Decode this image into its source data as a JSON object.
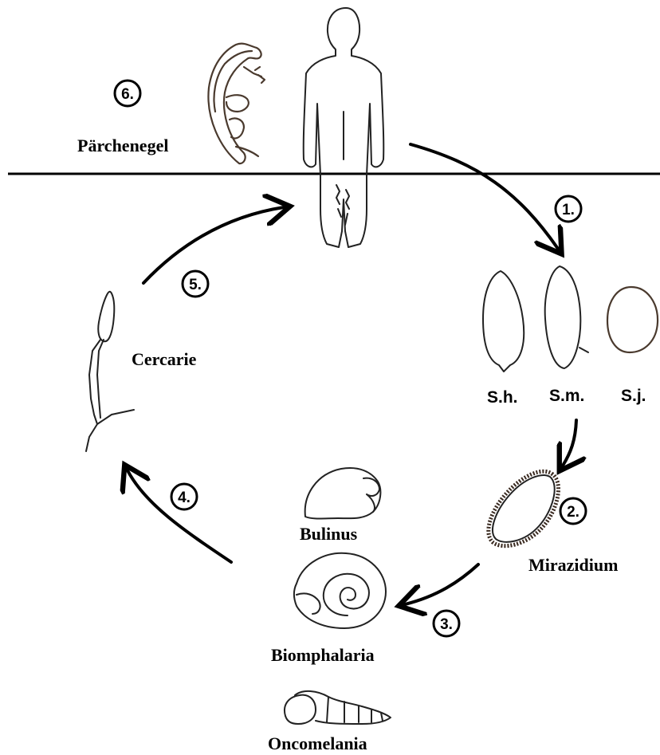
{
  "labels": {
    "paired_fluke": "Pärchenegel",
    "cercaria": "Cercarie",
    "egg_sh": "S.h.",
    "egg_sm": "S.m.",
    "egg_sj": "S.j.",
    "miracidium": "Mirazidium",
    "bulinus": "Bulinus",
    "biomphalaria": "Biomphalaria",
    "oncomelania": "Oncomelania"
  },
  "steps": [
    "1.",
    "2.",
    "3.",
    "4.",
    "5.",
    "6."
  ],
  "icons": {
    "human": "human-silhouette",
    "fluke": "paired-worms",
    "egg": "egg-outline",
    "miracidium": "ciliated-larva",
    "cercaria": "forked-tail-larva",
    "snails": [
      "bulinus-shell",
      "biomphalaria-shell",
      "oncomelania-shell"
    ]
  }
}
